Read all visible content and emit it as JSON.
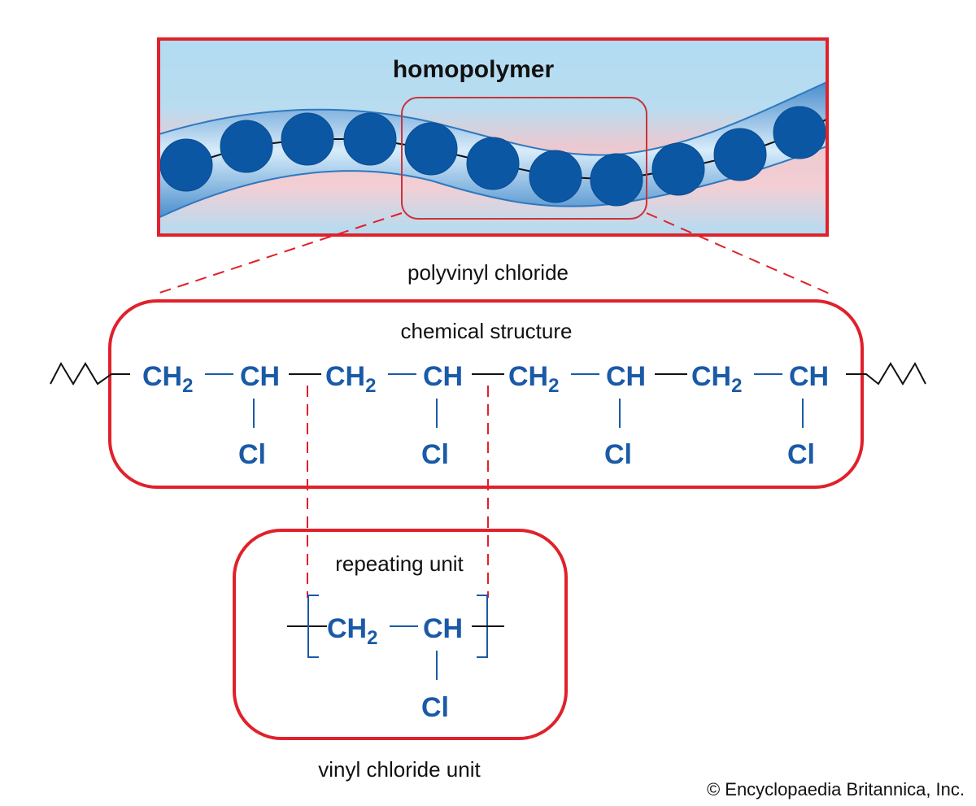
{
  "header": {
    "title": "homopolymer"
  },
  "labels": {
    "polymer_name": "polyvinyl chloride",
    "structure_title": "chemical structure",
    "repeating_title": "repeating unit",
    "unit_name": "vinyl chloride unit"
  },
  "chemistry": {
    "ch2": "CH",
    "ch2_subscript": "2",
    "ch": "CH",
    "cl": "Cl"
  },
  "footer": {
    "copyright": "© Encyclopaedia Britannica, Inc."
  },
  "colors": {
    "accent_red": "#e0212b",
    "chem_blue": "#1a5aa6",
    "bead_blue": "#0b57a4",
    "sky": "#b2dcf2",
    "pink": "#f1c9cd"
  },
  "illustration": {
    "bead_count": 11
  }
}
